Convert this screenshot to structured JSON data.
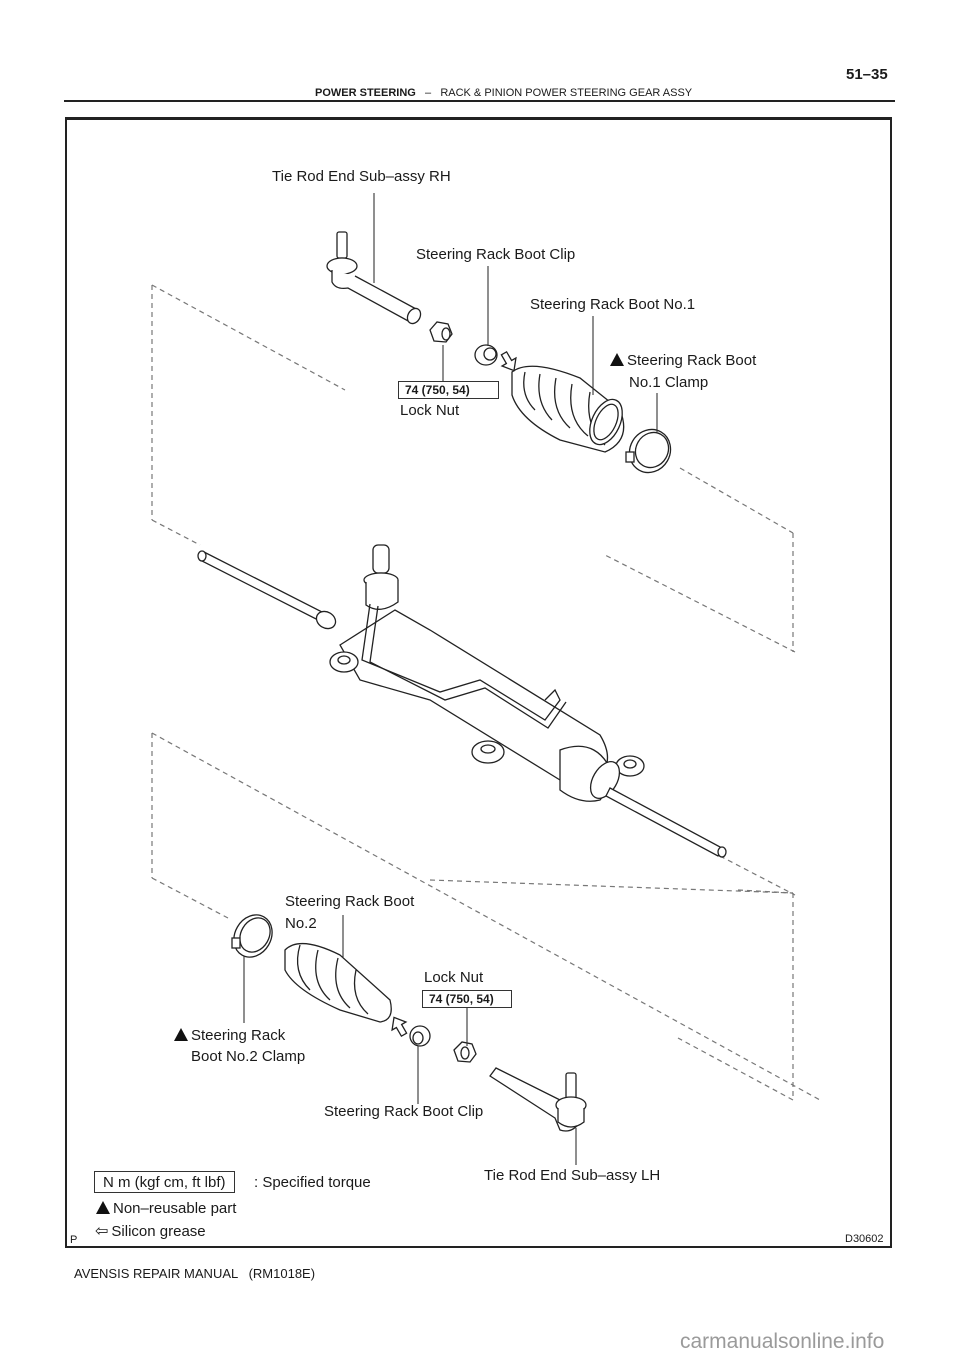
{
  "header": {
    "page_number": "51–35",
    "section": "POWER STEERING",
    "separator": "–",
    "subsection": "RACK & PINION POWER STEERING GEAR ASSY"
  },
  "figure": {
    "id": "D30602",
    "corner_mark": "P",
    "parts": {
      "tie_rod_rh": "Tie Rod End Sub–assy RH",
      "boot_clip_top": "Steering Rack Boot Clip",
      "boot_no1": "Steering Rack Boot No.1",
      "boot_no1_clamp_l1": "Steering Rack Boot",
      "boot_no1_clamp_l2": "No.1 Clamp",
      "lock_nut_top": "Lock Nut",
      "boot_no2_l1": "Steering Rack Boot",
      "boot_no2_l2": "No.2",
      "lock_nut_bottom": "Lock Nut",
      "boot_no2_clamp_l1": "Steering Rack",
      "boot_no2_clamp_l2": "Boot No.2 Clamp",
      "boot_clip_bottom": "Steering Rack Boot Clip",
      "tie_rod_lh": "Tie Rod End Sub–assy LH"
    },
    "torques": {
      "lock_nut_top": "74 (750, 54)",
      "lock_nut_bottom": "74 (750, 54)"
    },
    "legend": {
      "torque_unit": "N m (kgf cm, ft lbf)",
      "torque_desc": ": Specified torque",
      "non_reusable": "Non–reusable part",
      "silicon_grease": "Silicon grease"
    }
  },
  "footer": {
    "manual": "AVENSIS REPAIR MANUAL   (RM1018E)"
  },
  "watermark": "carmanualsonline.info"
}
